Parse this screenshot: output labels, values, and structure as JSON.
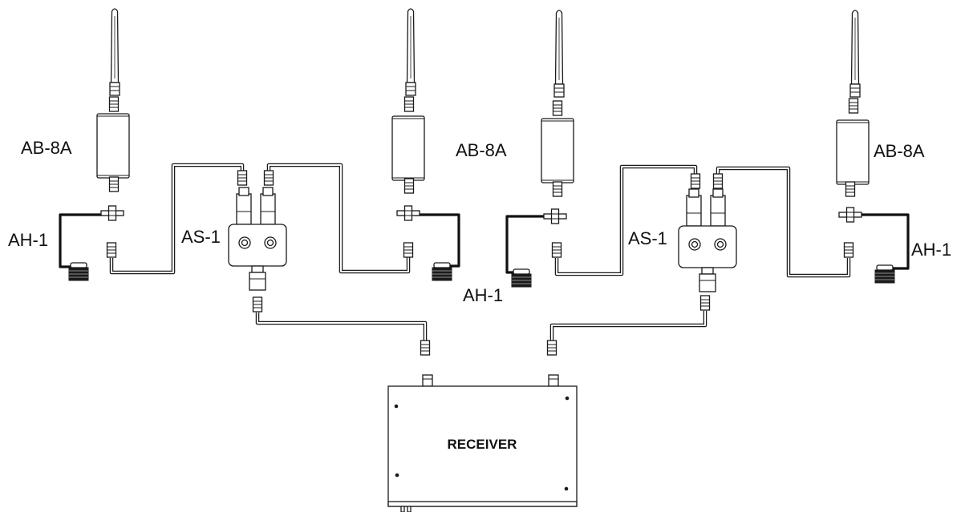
{
  "labels": {
    "antenna_booster": "AB-8A",
    "antenna_splitter": "AS-1",
    "antenna_holder": "AH-1",
    "receiver": "RECEIVER"
  },
  "colors": {
    "ink": "#1a1a1a",
    "background": "#ffffff"
  }
}
